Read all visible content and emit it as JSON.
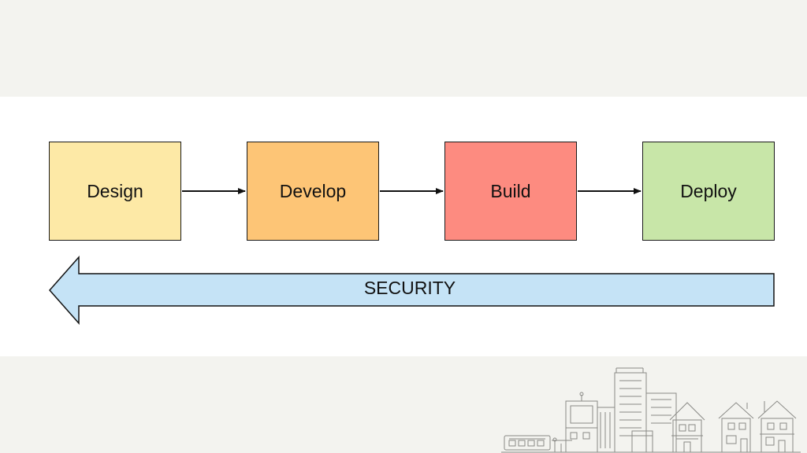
{
  "stages": [
    {
      "label": "Design",
      "color": "#fde9a6"
    },
    {
      "label": "Develop",
      "color": "#fdc576"
    },
    {
      "label": "Build",
      "color": "#fd8b80"
    },
    {
      "label": "Deploy",
      "color": "#c8e6a8"
    }
  ],
  "security": {
    "label": "SECURITY",
    "color": "#c5e3f6",
    "direction": "left"
  },
  "decoration": {
    "icon": "city-skyline-icon"
  }
}
